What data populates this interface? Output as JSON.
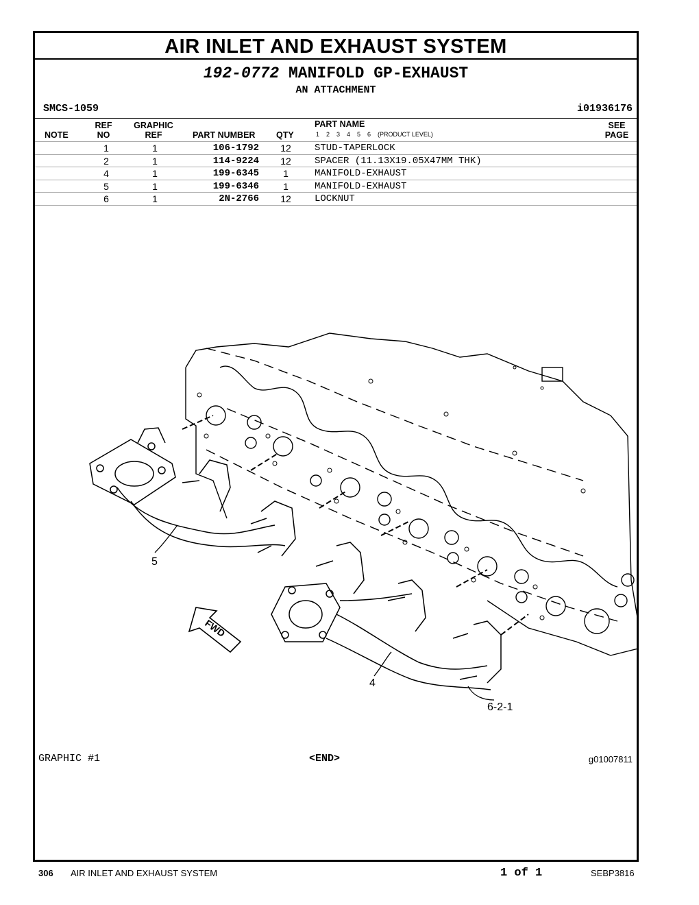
{
  "header": {
    "system_title": "AIR INLET AND EXHAUST SYSTEM",
    "part_number": "192-0772",
    "part_title": "MANIFOLD GP-EXHAUST",
    "attachment": "AN ATTACHMENT",
    "smcs": "SMCS-1059",
    "illustration_id": "i01936176"
  },
  "columns": {
    "note": "NOTE",
    "ref_no_1": "REF",
    "ref_no_2": "NO",
    "graphic_ref_1": "GRAPHIC",
    "graphic_ref_2": "REF",
    "part_number": "PART NUMBER",
    "qty": "QTY",
    "part_name": "PART NAME",
    "product_level": "1    2    3    4    5    6    (PRODUCT LEVEL)",
    "see_page_1": "SEE",
    "see_page_2": "PAGE"
  },
  "rows": [
    {
      "ref": "1",
      "graphic": "1",
      "part": "106-1792",
      "qty": "12",
      "name": "STUD-TAPERLOCK"
    },
    {
      "ref": "2",
      "graphic": "1",
      "part": "114-9224",
      "qty": "12",
      "name": "SPACER (11.13X19.05X47MM THK)"
    },
    {
      "ref": "4",
      "graphic": "1",
      "part": "199-6345",
      "qty": "1",
      "name": "MANIFOLD-EXHAUST"
    },
    {
      "ref": "5",
      "graphic": "1",
      "part": "199-6346",
      "qty": "1",
      "name": "MANIFOLD-EXHAUST"
    },
    {
      "ref": "6",
      "graphic": "1",
      "part": "2N-2766",
      "qty": "12",
      "name": "LOCKNUT"
    }
  ],
  "drawing": {
    "callout_5": "5",
    "callout_4": "4",
    "callout_6": "6-2-1",
    "fwd": "FWD"
  },
  "graphic_label": "GRAPHIC #1",
  "end_label": "<END>",
  "graphic_number": "g01007811",
  "footer": {
    "page": "306",
    "section": "AIR INLET AND EXHAUST SYSTEM",
    "page_of": "1 of 1",
    "doc": "SEBP3816"
  }
}
